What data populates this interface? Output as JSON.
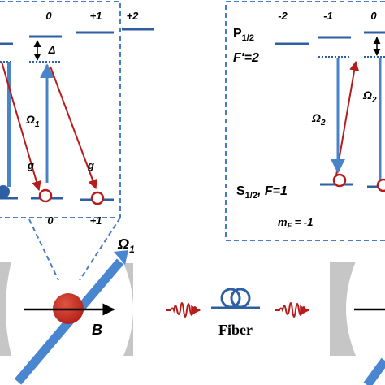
{
  "left_panel": {
    "mF_top": [
      "0",
      "+1",
      "+2"
    ],
    "mF_bottom": [
      "0",
      "+1"
    ],
    "detuning_label": "Δ",
    "omega_label": "Ω",
    "omega_sub": "1",
    "coupling_left": "g",
    "coupling_right": "g"
  },
  "right_panel": {
    "mF_top": [
      "-2",
      "-1",
      "0"
    ],
    "excited_state_label": "P",
    "excited_state_sub": "1/2",
    "excited_F_label": "F′=2",
    "omega_label": "Ω",
    "omega_sub": "2",
    "omega_label_right": "Ω",
    "omega_sub_right": "2",
    "ground_state_label": "S",
    "ground_state_sub": "1/2",
    "ground_F_label": ", F=1",
    "mF_axis_label": "m",
    "mF_axis_sub": "F",
    "mF_axis_value": " = -1"
  },
  "bottom": {
    "beam_label": "Ω",
    "beam_sub": "1",
    "field_label": "B",
    "fiber_label": "Fiber"
  },
  "colors": {
    "level": "#2e5fa3",
    "panel_border": "#4a7cc1",
    "pi_arrow": "#4a84c8",
    "raman_arrow": "#b71c1c",
    "atom": "#c62828",
    "mirror": "#c6c6c6",
    "beam": "#4a86d0"
  }
}
